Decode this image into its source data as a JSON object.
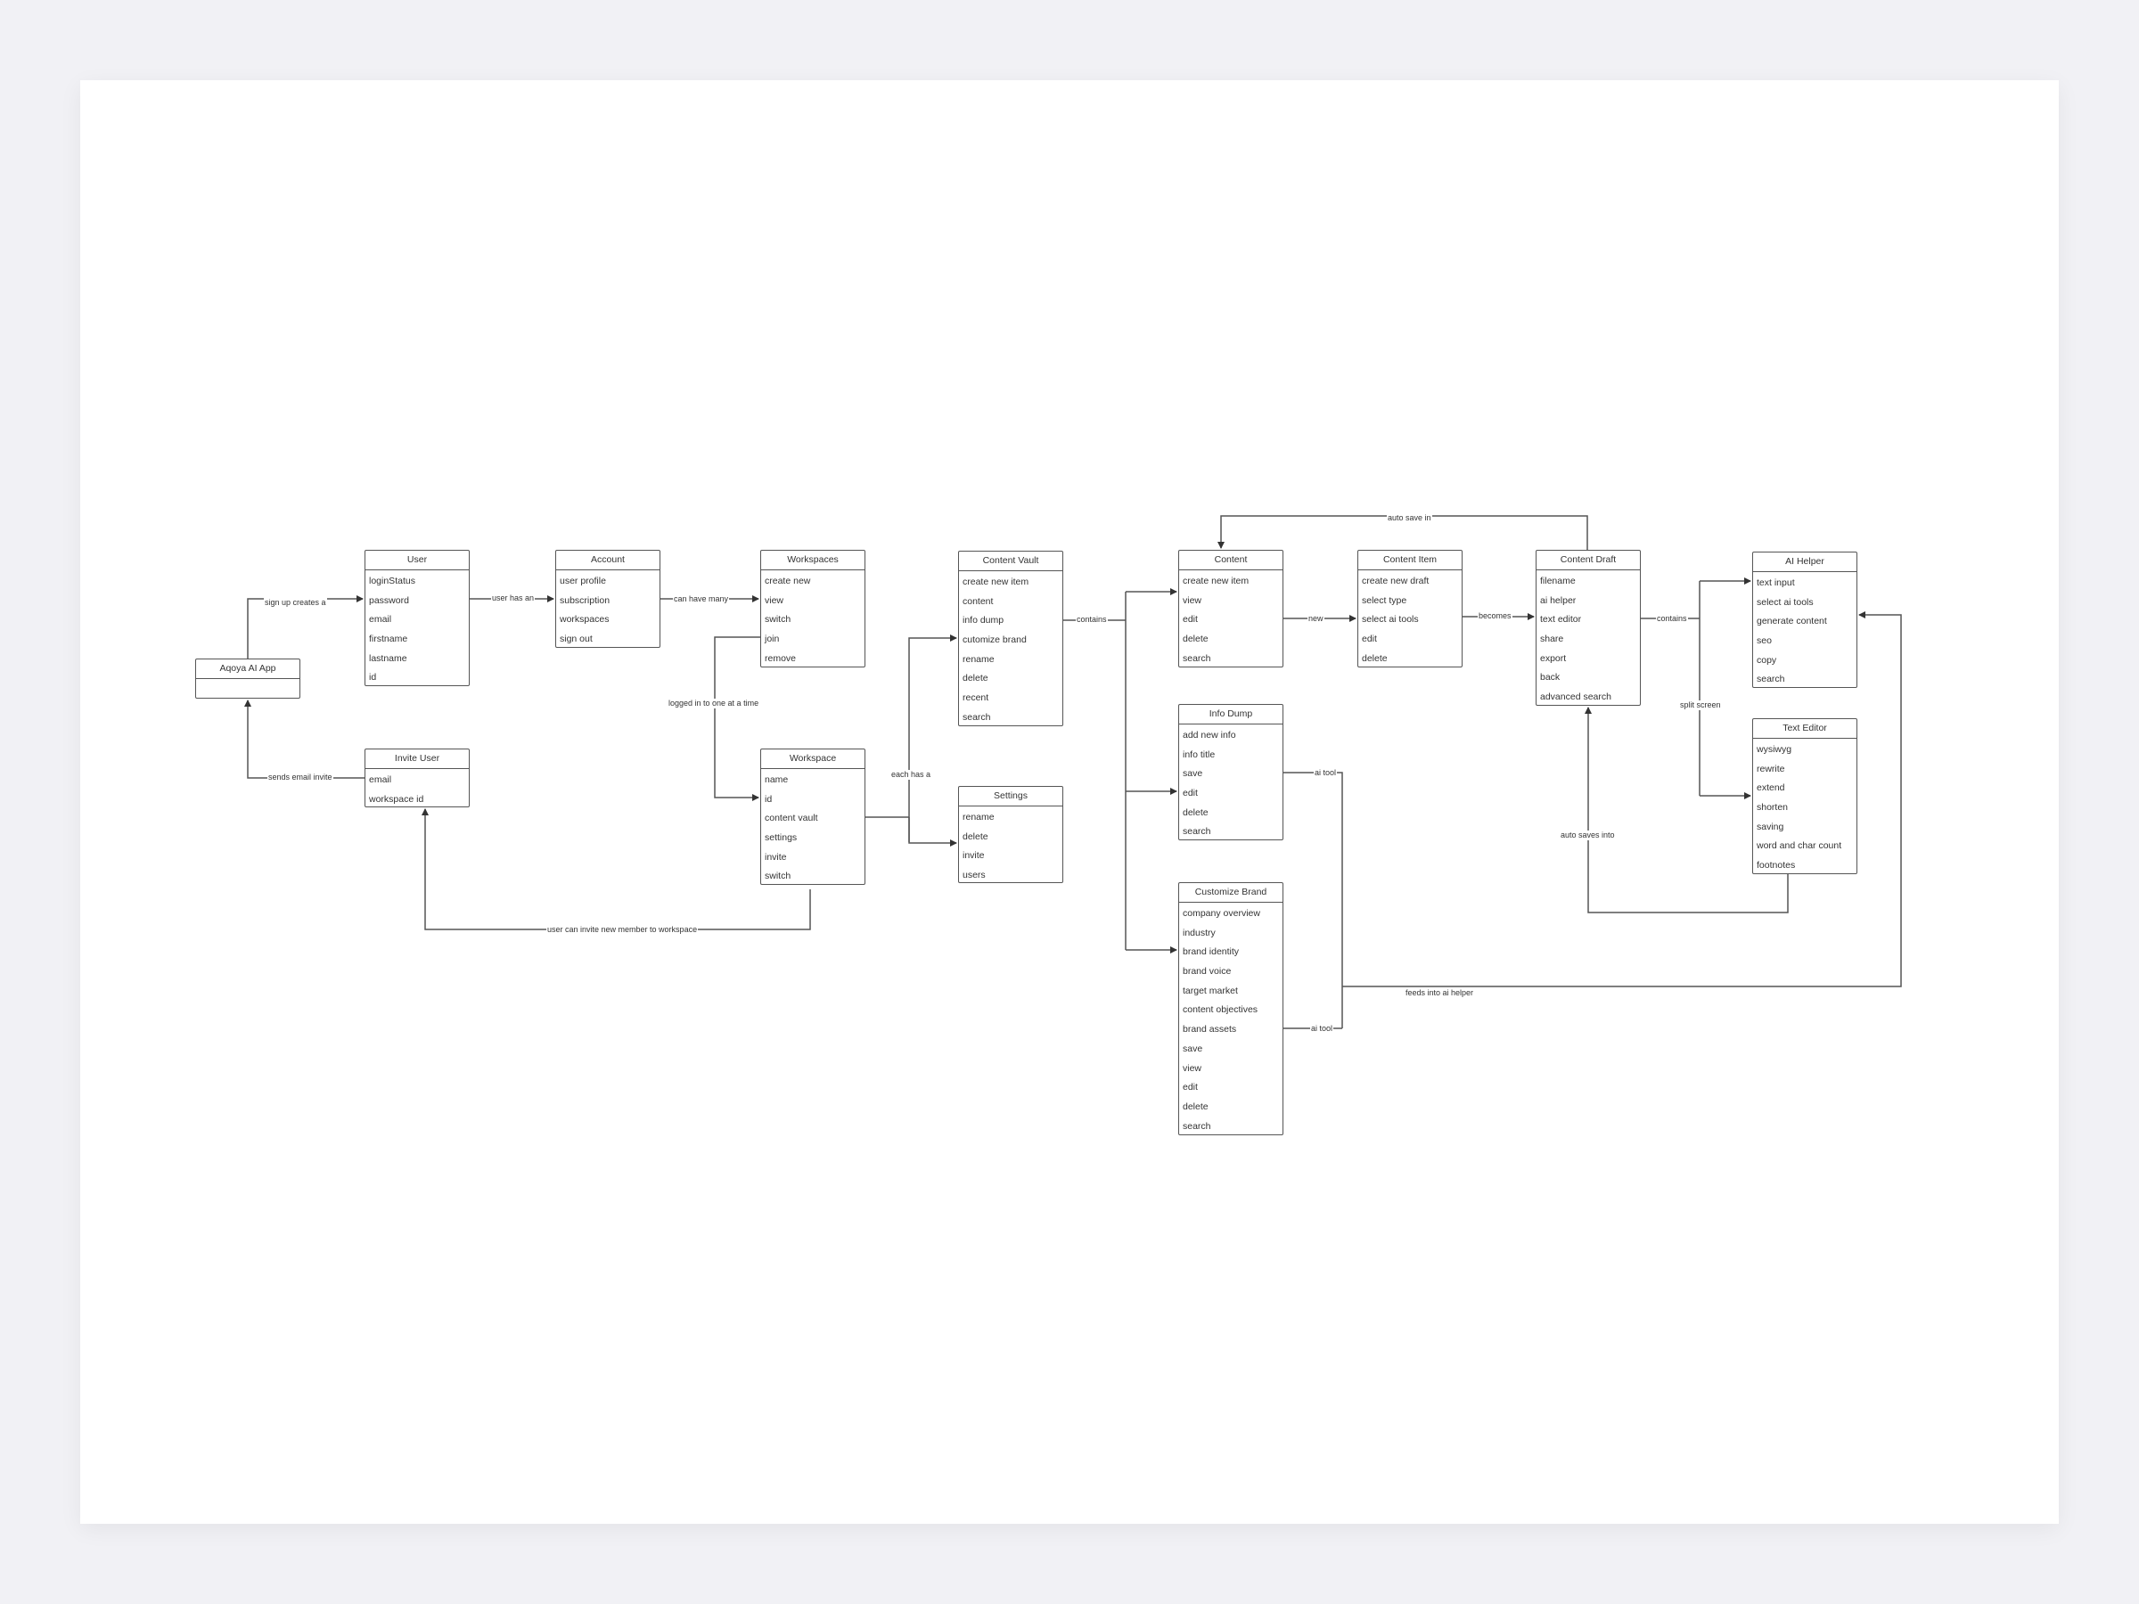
{
  "diagram": {
    "entities": {
      "app": {
        "title": "Aqoya AI App",
        "rows": []
      },
      "user": {
        "title": "User",
        "rows": [
          "loginStatus",
          "password",
          "email",
          "firstname",
          "lastname",
          "id"
        ]
      },
      "account": {
        "title": "Account",
        "rows": [
          "user profile",
          "subscription",
          "workspaces",
          "sign out"
        ]
      },
      "workspaces": {
        "title": "Workspaces",
        "rows": [
          "create new",
          "view",
          "switch",
          "join",
          "remove"
        ]
      },
      "workspace": {
        "title": "Workspace",
        "rows": [
          "name",
          "id",
          "content vault",
          "settings",
          "invite",
          "switch"
        ]
      },
      "invite_user": {
        "title": "Invite User",
        "rows": [
          "email",
          "workspace id"
        ]
      },
      "content_vault": {
        "title": "Content Vault",
        "rows": [
          "create new item",
          "content",
          "info dump",
          "cutomize brand",
          "rename",
          "delete",
          "recent",
          "search"
        ]
      },
      "settings": {
        "title": "Settings",
        "rows": [
          "rename",
          "delete",
          "invite",
          "users"
        ]
      },
      "content": {
        "title": "Content",
        "rows": [
          "create new item",
          "view",
          "edit",
          "delete",
          "search"
        ]
      },
      "info_dump": {
        "title": "Info Dump",
        "rows": [
          "add new info",
          "info title",
          "save",
          "edit",
          "delete",
          "search"
        ]
      },
      "customize_brand": {
        "title": "Customize Brand",
        "rows": [
          "company overview",
          "industry",
          "brand identity",
          "brand voice",
          "target market",
          "content objectives",
          "brand assets",
          "save",
          "view",
          "edit",
          "delete",
          "search"
        ]
      },
      "content_item": {
        "title": "Content Item",
        "rows": [
          "create new draft",
          "select type",
          "select ai tools",
          "edit",
          "delete"
        ]
      },
      "content_draft": {
        "title": "Content Draft",
        "rows": [
          "filename",
          "ai helper",
          "text editor",
          "share",
          "export",
          "back",
          "advanced search"
        ]
      },
      "ai_helper": {
        "title": "AI Helper",
        "rows": [
          "text input",
          "select ai tools",
          "generate content",
          "seo",
          "copy",
          "search"
        ]
      },
      "text_editor": {
        "title": "Text Editor",
        "rows": [
          "wysiwyg",
          "rewrite",
          "extend",
          "shorten",
          "saving",
          "word and char count",
          "footnotes"
        ]
      }
    },
    "relations": {
      "sign_up": "sign up creates a",
      "user_has_an": "user has an",
      "can_have_many": "can have many",
      "logged_in": "logged in to one at a time",
      "each_has_a": "each has a",
      "contains_vault": "contains",
      "new": "new",
      "becomes": "becomes",
      "contains_draft": "contains",
      "auto_save_in": "auto save in",
      "split_screen": "split screen",
      "auto_saves_into": "auto saves into",
      "ai_tool_info": "ai tool",
      "ai_tool_brand": "ai tool",
      "feeds_into": "feeds into ai helper",
      "sends_email": "sends email invite",
      "invite_member": "user can invite new member to workspace"
    },
    "colors": {
      "line": "#555555",
      "page_bg": "#f1f1f5",
      "card_bg": "#ffffff"
    }
  }
}
